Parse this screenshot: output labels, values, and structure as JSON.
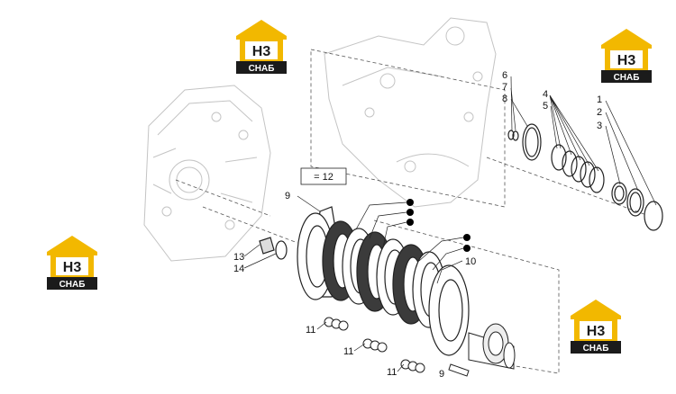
{
  "diagram": {
    "legend": {
      "symbol": "●",
      "text": "= 12"
    },
    "callouts": {
      "n1": "1",
      "n2": "2",
      "n3": "3",
      "n4": "4",
      "n5": "5",
      "n6": "6",
      "n7": "7",
      "n8": "8",
      "n9": "9",
      "n10": "10",
      "n11a": "11",
      "n11b": "11",
      "n11c": "11",
      "n13": "13",
      "n14": "14",
      "n9b": "9"
    }
  },
  "watermark": {
    "brand_top": "H3",
    "brand_bottom": "CHAБ",
    "colors": {
      "roof": "#f2b800",
      "panel": "#1b1b1b",
      "text": "#ffffff"
    }
  }
}
